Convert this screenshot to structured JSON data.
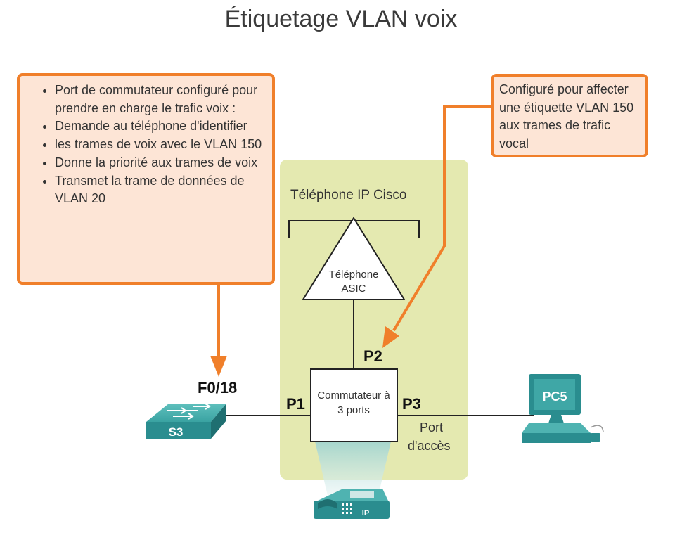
{
  "title": "Étiquetage VLAN voix",
  "left_callout": {
    "items": [
      "Port de commutateur configuré pour prendre en charge le trafic voix :",
      "Demande au téléphone d'identifier",
      "les trames de voix avec le VLAN 150",
      "Donne la priorité aux trames de voix",
      "Transmet la trame de données de VLAN 20"
    ]
  },
  "right_callout": {
    "text": "Configuré pour affecter une étiquette VLAN 150 aux trames de trafic vocal"
  },
  "phone_box": {
    "title": "Téléphone IP Cisco",
    "asic_line1": "Téléphone",
    "asic_line2": "ASIC",
    "switch_line1": "Commutateur à",
    "switch_line2": "3 ports"
  },
  "ports": {
    "p1": "P1",
    "p2": "P2",
    "p3": "P3",
    "f018": "F0/18"
  },
  "access_port": {
    "line1": "Port",
    "line2": "d'accès"
  },
  "devices": {
    "switch_label": "S3",
    "pc_label": "PC5",
    "phone_label": "IP"
  },
  "colors": {
    "callout_border": "#f07f2a",
    "callout_fill": "#fde5d6",
    "phone_area": "#e4e9b0",
    "device_teal": "#2a8d8f",
    "arrow": "#f07f2a"
  }
}
